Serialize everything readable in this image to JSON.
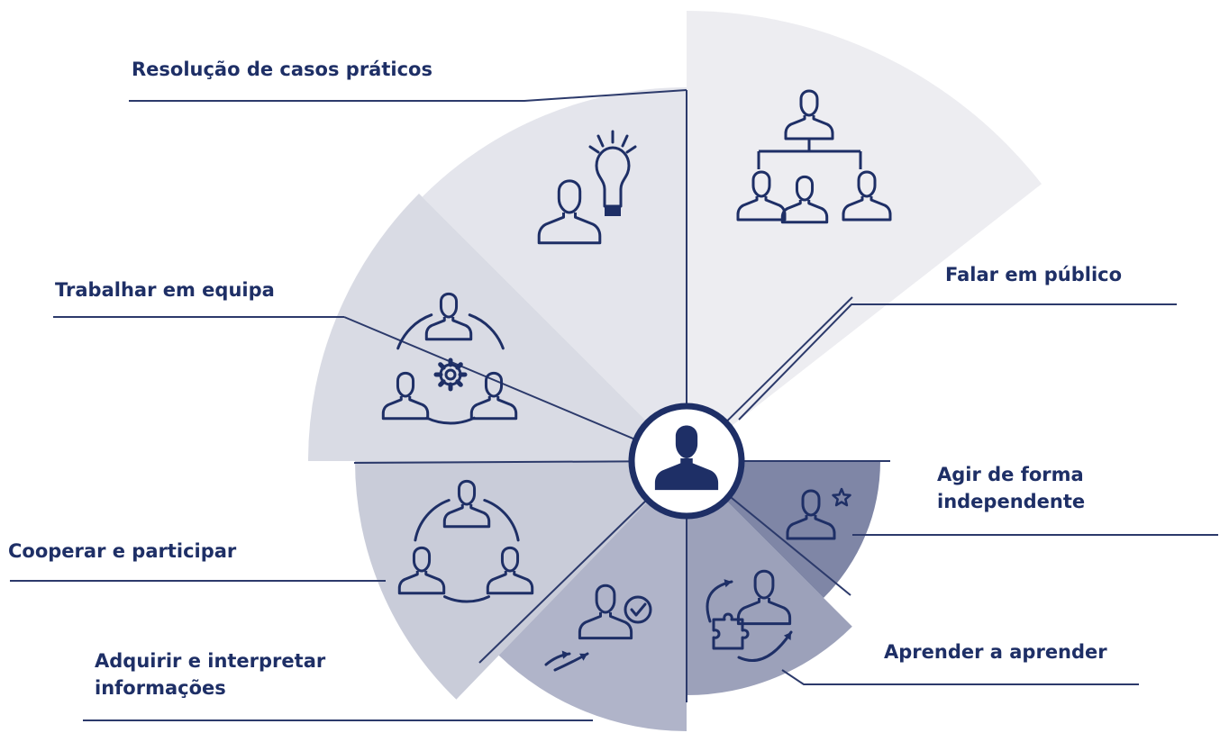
{
  "segments": [
    {
      "id": "falar-em-publico",
      "label_lines": [
        "Falar em público"
      ],
      "icon": "org-chart-icon",
      "fill": "#ededf1"
    },
    {
      "id": "resolucao-de-casos-praticos",
      "label_lines": [
        "Resolução de casos práticos"
      ],
      "icon": "person-lightbulb-icon",
      "fill": "#e4e5ec"
    },
    {
      "id": "trabalhar-em-equipa",
      "label_lines": [
        "Trabalhar em equipa"
      ],
      "icon": "team-gear-icon",
      "fill": "#d9dbe4"
    },
    {
      "id": "cooperar-e-participar",
      "label_lines": [
        "Cooperar e participar"
      ],
      "icon": "people-circle-icon",
      "fill": "#c9ccd9"
    },
    {
      "id": "adquirir-e-interpretar-informacoes",
      "label_lines": [
        "Adquirir e interpretar",
        "informações"
      ],
      "icon": "person-check-icon",
      "fill": "#b0b4c9"
    },
    {
      "id": "aprender-a-aprender",
      "label_lines": [
        "Aprender a aprender"
      ],
      "icon": "person-puzzle-icon",
      "fill": "#9ca1ba"
    },
    {
      "id": "agir-de-forma-independente",
      "label_lines": [
        "Agir de forma",
        "independente"
      ],
      "icon": "person-star-icon",
      "fill": "#7f86a6"
    }
  ],
  "center": {
    "icon": "person-icon"
  },
  "colors": {
    "navy": "#1e2f66",
    "line": "#2c3a6b",
    "white": "#ffffff"
  }
}
